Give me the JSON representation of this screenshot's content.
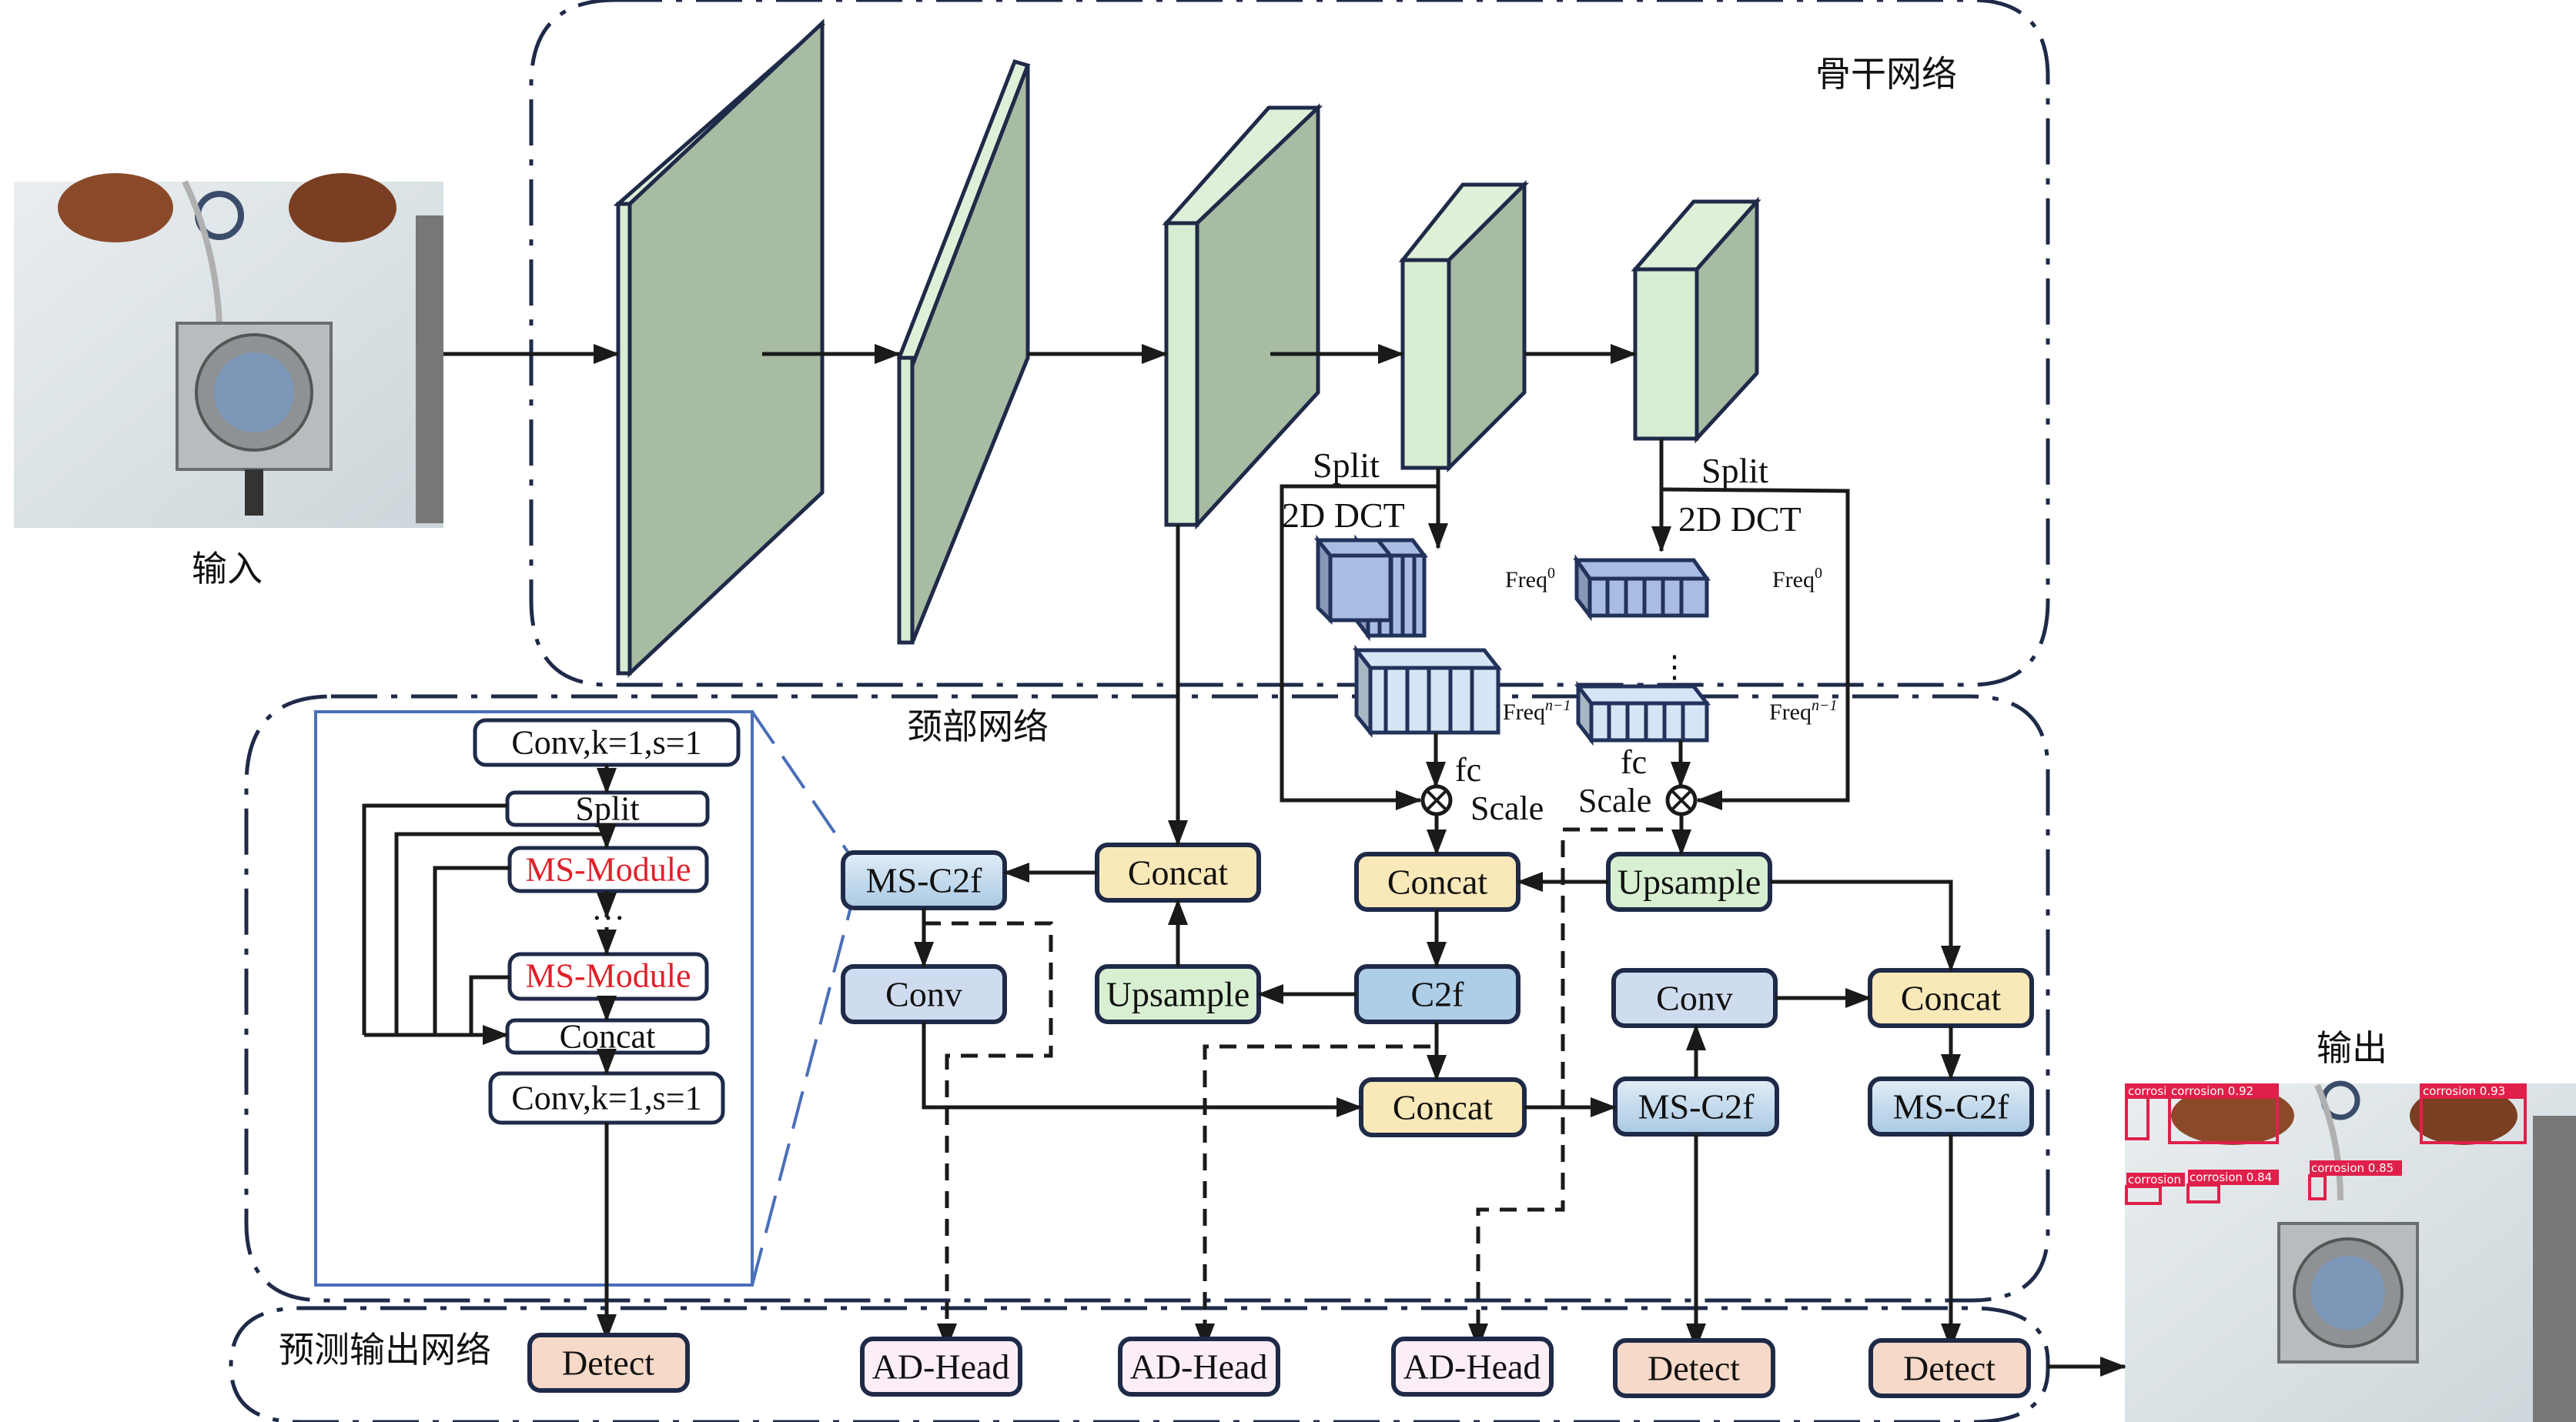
{
  "colors": {
    "region_border": "#1f2a48",
    "concat": "#f9e8b8",
    "ms_c2f": "#b5d0e8",
    "conv": "#cfdcef",
    "c2f": "#aecde6",
    "upsample": "#d8efd2",
    "detect": "#f6d9c8",
    "ad_head": "#fbeef7",
    "ms_module_text": "#e0202a",
    "zoom_box": "#4a6fb8",
    "detection_box": "#e0204a"
  },
  "labels": {
    "input": "输入",
    "output": "输出",
    "backbone": "骨干网络",
    "neck": "颈部网络",
    "head": "预测输出网络"
  },
  "backbone": {
    "split_left": "Split",
    "dct_left": "2D DCT",
    "split_right": "Split",
    "dct_right": "2D DCT",
    "freq0": "Freq",
    "freq0_sup": "0",
    "freqn": "Freq",
    "freqn_sup": "n−1",
    "fc": "fc",
    "scale": "Scale",
    "ellipsis": "⋮"
  },
  "ms_c2f_detail": {
    "conv_top": "Conv,k=1,s=1",
    "split": "Split",
    "ms_module_1": "MS-Module",
    "ellipsis": "···",
    "ms_module_2": "MS-Module",
    "concat": "Concat",
    "conv_bottom": "Conv,k=1,s=1"
  },
  "neck": {
    "ms_c2f_1": "MS-C2f",
    "concat_1": "Concat",
    "concat_2": "Concat",
    "upsample_right": "Upsample",
    "conv_1": "Conv",
    "upsample_left": "Upsample",
    "c2f": "C2f",
    "conv_2": "Conv",
    "concat_3": "Concat",
    "concat_mid": "Concat",
    "ms_c2f_2": "MS-C2f",
    "ms_c2f_3": "MS-C2f"
  },
  "head": {
    "detect_1": "Detect",
    "ad_head_1": "AD-Head",
    "ad_head_2": "AD-Head",
    "ad_head_3": "AD-Head",
    "detect_2": "Detect",
    "detect_3": "Detect"
  },
  "detections": [
    {
      "label": "corrosi",
      "score": ""
    },
    {
      "label": "corrosion",
      "score": "0.92"
    },
    {
      "label": "corrosion",
      "score": "0.93"
    },
    {
      "label": "corrosion",
      "score": "0.85"
    },
    {
      "label": "corrosion",
      "score": "0.84"
    },
    {
      "label": "corrosion",
      "score": ""
    }
  ]
}
